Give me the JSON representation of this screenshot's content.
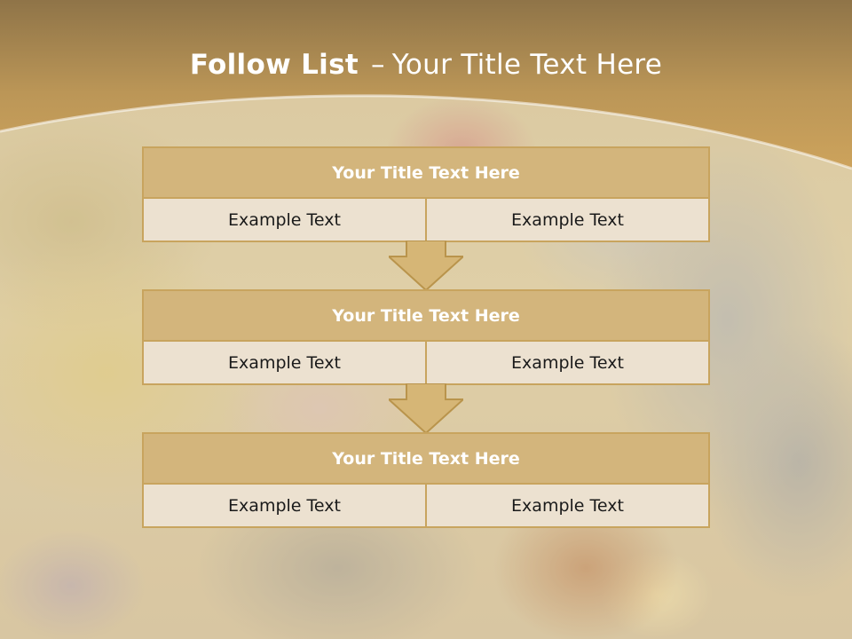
{
  "slide": {
    "title_bold": "Follow List",
    "title_dash": "–",
    "title_rest": "Your Title Text Here"
  },
  "colors": {
    "band": "#c9a35c",
    "header_fill": "#d3b57c",
    "border": "#c8a45e",
    "cell_fill": "#ece1d0"
  },
  "steps": [
    {
      "title": "Your Title Text Here",
      "left": "Example Text",
      "right": "Example Text"
    },
    {
      "title": "Your Title Text Here",
      "left": "Example Text",
      "right": "Example Text"
    },
    {
      "title": "Your Title Text Here",
      "left": "Example Text",
      "right": "Example Text"
    }
  ],
  "connectors": [
    "arrow-down-icon",
    "arrow-down-icon"
  ]
}
